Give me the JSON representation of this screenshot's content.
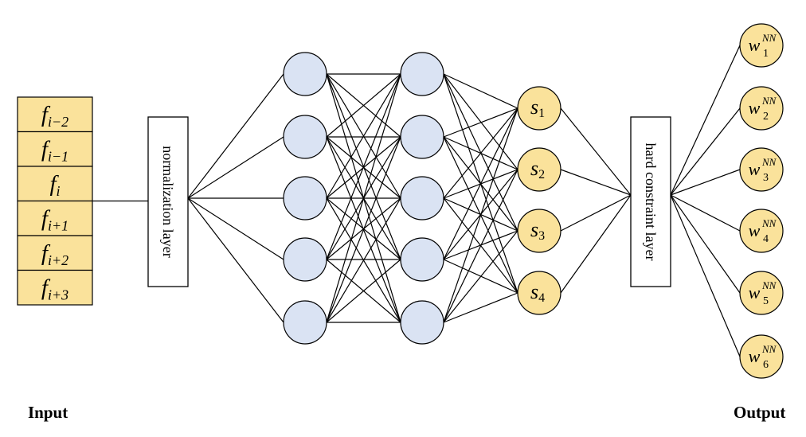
{
  "input": {
    "label": "Input",
    "rows": [
      {
        "base": "f",
        "sub": "i−2"
      },
      {
        "base": "f",
        "sub": "i−1"
      },
      {
        "base": "f",
        "sub": "i"
      },
      {
        "base": "f",
        "sub": "i+1"
      },
      {
        "base": "f",
        "sub": "i+2"
      },
      {
        "base": "f",
        "sub": "i+3"
      }
    ]
  },
  "normalization_layer": "normalization layer",
  "hidden_layers": [
    {
      "nodes": 5
    },
    {
      "nodes": 5
    }
  ],
  "s_nodes": [
    {
      "base": "s",
      "sub": "1"
    },
    {
      "base": "s",
      "sub": "2"
    },
    {
      "base": "s",
      "sub": "3"
    },
    {
      "base": "s",
      "sub": "4"
    }
  ],
  "hard_constraint_layer": "hard constraint layer",
  "output": {
    "label": "Output",
    "nodes": [
      {
        "base": "w",
        "sub": "1",
        "sup": "NN"
      },
      {
        "base": "w",
        "sub": "2",
        "sup": "NN"
      },
      {
        "base": "w",
        "sub": "3",
        "sup": "NN"
      },
      {
        "base": "w",
        "sub": "4",
        "sup": "NN"
      },
      {
        "base": "w",
        "sub": "5",
        "sup": "NN"
      },
      {
        "base": "w",
        "sub": "6",
        "sup": "NN"
      }
    ]
  },
  "colors": {
    "input_fill": "#FAE29B",
    "hidden_fill": "#DAE3F3",
    "s_fill": "#FAE29B",
    "output_fill": "#FAE29B",
    "stroke": "#000000"
  }
}
